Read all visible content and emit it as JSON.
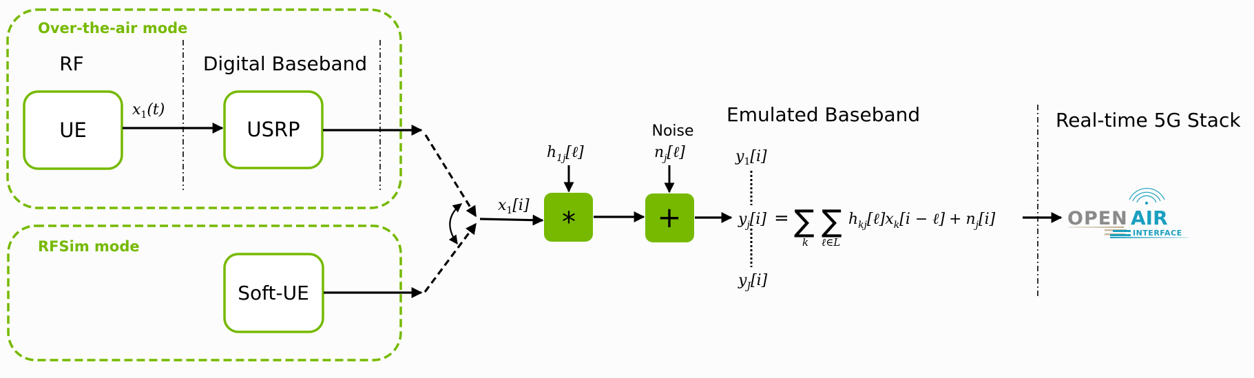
{
  "colors": {
    "accent_green": "#76b900",
    "line": "#000000",
    "logo_gray": "#8a8a8a",
    "logo_teal": "#1a9fbf",
    "logo_tan": "#c8b89a"
  },
  "modes": {
    "ota": {
      "label": "Over-the-air mode"
    },
    "rfsim": {
      "label": "RFSim mode"
    }
  },
  "sections": {
    "rf": "RF",
    "digital_baseband": "Digital Baseband",
    "emulated_baseband": "Emulated Baseband",
    "realtime_stack": "Real-time 5G Stack"
  },
  "blocks": {
    "ue": "UE",
    "usrp": "USRP",
    "soft_ue": "Soft-UE",
    "convolution": "*",
    "adder": "+"
  },
  "signals": {
    "x1_t": {
      "base": "x",
      "sub": "1",
      "arg": "(t)"
    },
    "x1_i": {
      "base": "x",
      "sub": "1",
      "arg": "[i]"
    },
    "h1j": {
      "base": "h",
      "sub": "1j",
      "arg": "[ℓ]"
    },
    "noise_label": "Noise",
    "nj": {
      "base": "n",
      "sub": "j",
      "arg": "[ℓ]"
    },
    "y1": {
      "base": "y",
      "sub": "1",
      "arg": "[i]"
    },
    "yj": {
      "base": "y",
      "sub": "j",
      "arg": "[i]"
    },
    "yJ": {
      "base": "y",
      "sub": "J",
      "arg": "[i]"
    }
  },
  "equation": {
    "equals": "=",
    "sum": "∑",
    "sum_k_sub": "k",
    "sum_l_sub": "ℓ∈L̄",
    "term_h": "h",
    "term_h_sub": "kj",
    "term_h_arg": "[ℓ]",
    "term_x": "x",
    "term_x_sub": "k",
    "term_x_arg": "[i − ℓ]",
    "plus": "+",
    "term_n": "n",
    "term_n_sub": "j",
    "term_n_arg": "[i]"
  },
  "logo": {
    "open": "OPEN",
    "air": "AIR",
    "interface": "INTERFACE",
    "icon": "wireless-signal-icon"
  }
}
